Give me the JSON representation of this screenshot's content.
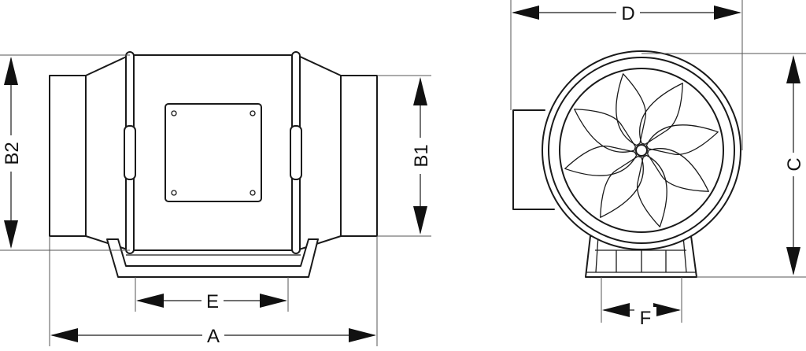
{
  "labels": {
    "A": "A",
    "B1": "B1",
    "B2": "B2",
    "C": "C",
    "D": "D",
    "E": "E",
    "F": "F"
  },
  "colors": {
    "line": "#1a1a1a",
    "background": "#ffffff"
  }
}
